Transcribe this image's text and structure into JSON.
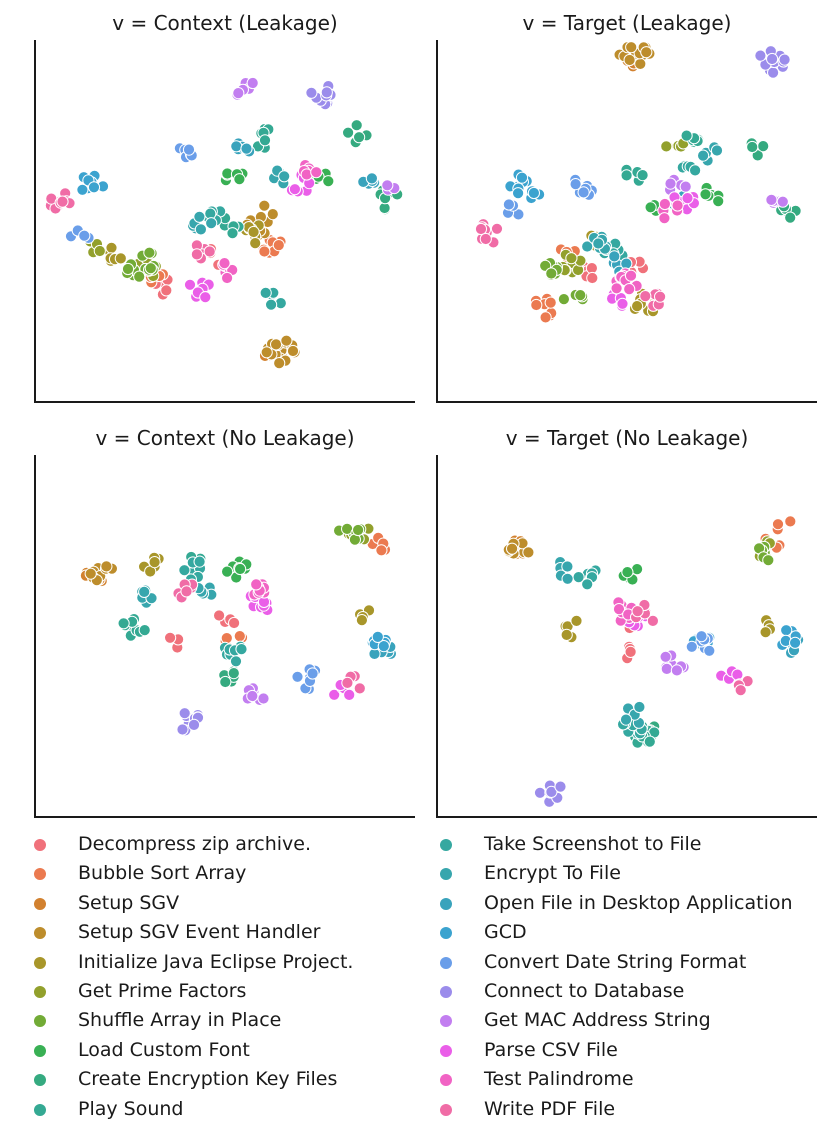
{
  "chart_data": {
    "type": "scatter",
    "panels": [
      {
        "title": "v = Context (Leakage)"
      },
      {
        "title": "v = Target (Leakage)"
      },
      {
        "title": "v = Context (No Leakage)"
      },
      {
        "title": "v = Target (No Leakage)"
      }
    ],
    "series": [
      {
        "name": "Decompress zip archive.",
        "color": "#f0717b",
        "clusters": [
          [
            [
              0.47,
              0.6,
              5
            ],
            [
              0.33,
              0.68,
              6
            ]
          ],
          [
            [
              0.52,
              0.62,
              5
            ],
            [
              0.4,
              0.64,
              5
            ]
          ],
          [
            [
              0.5,
              0.46,
              4
            ],
            [
              0.36,
              0.52,
              4
            ]
          ],
          [
            [
              0.52,
              0.46,
              3
            ],
            [
              0.5,
              0.55,
              4
            ]
          ]
        ]
      },
      {
        "name": "Bubble Sort Array",
        "color": "#eb7a50",
        "clusters": [
          [
            [
              0.62,
              0.57,
              8
            ],
            [
              0.33,
              0.66,
              5
            ]
          ],
          [
            [
              0.28,
              0.74,
              8
            ],
            [
              0.34,
              0.6,
              6
            ]
          ],
          [
            [
              0.91,
              0.24,
              5
            ],
            [
              0.52,
              0.5,
              4
            ]
          ],
          [
            [
              0.88,
              0.25,
              5
            ],
            [
              0.91,
              0.19,
              3
            ]
          ]
        ]
      },
      {
        "name": "Setup SGV",
        "color": "#d2812f",
        "clusters": [
          [
            [
              0.63,
              0.86,
              6
            ]
          ],
          [
            [
              0.52,
              0.05,
              8
            ]
          ],
          [
            [
              0.16,
              0.34,
              6
            ]
          ],
          [
            [
              0.21,
              0.26,
              6
            ]
          ]
        ]
      },
      {
        "name": "Setup SGV Event Handler",
        "color": "#bd8d2c",
        "clusters": [
          [
            [
              0.65,
              0.86,
              18
            ],
            [
              0.58,
              0.52,
              6
            ],
            [
              0.61,
              0.48,
              5
            ]
          ],
          [
            [
              0.52,
              0.04,
              16
            ]
          ],
          [
            [
              0.17,
              0.32,
              10
            ]
          ],
          [
            [
              0.21,
              0.27,
              10
            ]
          ]
        ]
      },
      {
        "name": "Initialize Java Eclipse Project.",
        "color": "#a8962a",
        "clusters": [
          [
            [
              0.58,
              0.54,
              8
            ],
            [
              0.21,
              0.59,
              6
            ]
          ],
          [
            [
              0.55,
              0.73,
              10
            ],
            [
              0.42,
              0.55,
              4
            ]
          ],
          [
            [
              0.31,
              0.3,
              6
            ],
            [
              0.87,
              0.45,
              4
            ]
          ],
          [
            [
              0.36,
              0.48,
              5
            ],
            [
              0.87,
              0.47,
              4
            ]
          ]
        ]
      },
      {
        "name": "Get Prime Factors",
        "color": "#92a02c",
        "clusters": [
          [
            [
              0.29,
              0.63,
              10
            ],
            [
              0.15,
              0.57,
              4
            ]
          ],
          [
            [
              0.35,
              0.62,
              10
            ],
            [
              0.63,
              0.3,
              5
            ]
          ],
          [
            [
              0.85,
              0.21,
              8
            ]
          ],
          [
            [
              0.87,
              0.26,
              7
            ]
          ]
        ]
      },
      {
        "name": "Shuffle Array in Place",
        "color": "#72ab36",
        "clusters": [
          [
            [
              0.31,
              0.61,
              8
            ],
            [
              0.26,
              0.64,
              6
            ]
          ],
          [
            [
              0.3,
              0.64,
              10
            ],
            [
              0.36,
              0.72,
              5
            ]
          ],
          [
            [
              0.83,
              0.22,
              10
            ]
          ],
          [
            [
              0.86,
              0.27,
              6
            ]
          ]
        ]
      },
      {
        "name": "Load Custom Font",
        "color": "#39b054",
        "clusters": [
          [
            [
              0.52,
              0.38,
              6
            ],
            [
              0.76,
              0.37,
              4
            ]
          ],
          [
            [
              0.72,
              0.43,
              6
            ],
            [
              0.58,
              0.45,
              4
            ]
          ],
          [
            [
              0.53,
              0.31,
              8
            ]
          ],
          [
            [
              0.51,
              0.32,
              6
            ]
          ]
        ]
      },
      {
        "name": "Create Encryption Key Files",
        "color": "#35aa80",
        "clusters": [
          [
            [
              0.93,
              0.44,
              8
            ],
            [
              0.85,
              0.26,
              5
            ]
          ],
          [
            [
              0.93,
              0.47,
              6
            ],
            [
              0.85,
              0.3,
              5
            ]
          ],
          [
            [
              0.5,
              0.61,
              6
            ]
          ],
          [
            [
              0.56,
              0.76,
              5
            ]
          ]
        ]
      },
      {
        "name": "Play Sound",
        "color": "#34a993",
        "clusters": [
          [
            [
              0.6,
              0.27,
              8
            ],
            [
              0.52,
              0.51,
              6
            ]
          ],
          [
            [
              0.66,
              0.27,
              6
            ],
            [
              0.52,
              0.37,
              5
            ]
          ],
          [
            [
              0.26,
              0.47,
              10
            ],
            [
              0.43,
              0.3,
              5
            ]
          ],
          [
            [
              0.54,
              0.77,
              10
            ]
          ]
        ]
      },
      {
        "name": "Take Screenshot to File",
        "color": "#35a8a0",
        "clusters": [
          [
            [
              0.48,
              0.49,
              6
            ],
            [
              0.62,
              0.72,
              5
            ]
          ],
          [
            [
              0.47,
              0.59,
              8
            ],
            [
              0.66,
              0.35,
              6
            ]
          ],
          [
            [
              0.42,
              0.32,
              8
            ],
            [
              0.52,
              0.55,
              8
            ]
          ],
          [
            [
              0.51,
              0.75,
              10
            ],
            [
              0.4,
              0.33,
              7
            ]
          ]
        ]
      },
      {
        "name": "Encrypt To File",
        "color": "#37a6ad",
        "clusters": [
          [
            [
              0.44,
              0.51,
              6
            ],
            [
              0.63,
              0.38,
              6
            ]
          ],
          [
            [
              0.42,
              0.56,
              8
            ],
            [
              0.72,
              0.31,
              5
            ]
          ],
          [
            [
              0.28,
              0.39,
              8
            ],
            [
              0.44,
              0.38,
              5
            ]
          ],
          [
            [
              0.52,
              0.72,
              6
            ],
            [
              0.33,
              0.32,
              5
            ]
          ]
        ]
      },
      {
        "name": "Open File in Desktop Application",
        "color": "#39a3bc",
        "clusters": [
          [
            [
              0.54,
              0.31,
              6
            ],
            [
              0.87,
              0.39,
              5
            ]
          ],
          [
            [
              0.48,
              0.62,
              6
            ],
            [
              0.64,
              0.44,
              5
            ]
          ],
          [
            [
              0.91,
              0.54,
              6
            ]
          ],
          [
            [
              0.94,
              0.53,
              6
            ]
          ]
        ]
      },
      {
        "name": "GCD",
        "color": "#3ba3cf",
        "clusters": [
          [
            [
              0.15,
              0.4,
              8
            ]
          ],
          [
            [
              0.21,
              0.4,
              8
            ],
            [
              0.27,
              0.43,
              4
            ]
          ],
          [
            [
              0.91,
              0.51,
              7
            ]
          ],
          [
            [
              0.92,
              0.51,
              6
            ],
            [
              0.69,
              0.51,
              5
            ]
          ]
        ]
      },
      {
        "name": "Convert Date String Format",
        "color": "#6a9ee9",
        "clusters": [
          [
            [
              0.4,
              0.31,
              6
            ],
            [
              0.12,
              0.54,
              4
            ]
          ],
          [
            [
              0.38,
              0.41,
              8
            ],
            [
              0.2,
              0.47,
              4
            ]
          ],
          [
            [
              0.72,
              0.62,
              8
            ]
          ],
          [
            [
              0.7,
              0.52,
              8
            ]
          ]
        ]
      },
      {
        "name": "Connect to Database",
        "color": "#9b8ceb",
        "clusters": [
          [
            [
              0.76,
              0.15,
              10
            ]
          ],
          [
            [
              0.88,
              0.06,
              12
            ]
          ],
          [
            [
              0.4,
              0.73,
              10
            ]
          ],
          [
            [
              0.3,
              0.93,
              8
            ]
          ]
        ]
      },
      {
        "name": "Get MAC Address String",
        "color": "#c27ef0",
        "clusters": [
          [
            [
              0.55,
              0.13,
              6
            ],
            [
              0.95,
              0.41,
              4
            ]
          ],
          [
            [
              0.9,
              0.45,
              5
            ],
            [
              0.63,
              0.41,
              5
            ]
          ],
          [
            [
              0.58,
              0.66,
              8
            ]
          ],
          [
            [
              0.62,
              0.58,
              8
            ]
          ]
        ]
      },
      {
        "name": "Parse CSV File",
        "color": "#ea5ee8",
        "clusters": [
          [
            [
              0.7,
              0.4,
              8
            ],
            [
              0.43,
              0.69,
              8
            ]
          ],
          [
            [
              0.65,
              0.44,
              8
            ],
            [
              0.48,
              0.71,
              5
            ]
          ],
          [
            [
              0.59,
              0.41,
              8
            ],
            [
              0.81,
              0.65,
              5
            ]
          ],
          [
            [
              0.52,
              0.45,
              8
            ],
            [
              0.77,
              0.61,
              4
            ]
          ]
        ]
      },
      {
        "name": "Test Palindrome",
        "color": "#f163c4",
        "clusters": [
          [
            [
              0.5,
              0.64,
              8
            ],
            [
              0.72,
              0.37,
              6
            ]
          ],
          [
            [
              0.5,
              0.67,
              10
            ],
            [
              0.61,
              0.47,
              6
            ]
          ],
          [
            [
              0.59,
              0.38,
              8
            ]
          ],
          [
            [
              0.49,
              0.43,
              8
            ]
          ]
        ]
      },
      {
        "name": "Write PDF File",
        "color": "#f06ca6",
        "clusters": [
          [
            [
              0.07,
              0.45,
              10
            ],
            [
              0.45,
              0.58,
              6
            ]
          ],
          [
            [
              0.14,
              0.53,
              10
            ],
            [
              0.57,
              0.72,
              6
            ]
          ],
          [
            [
              0.4,
              0.38,
              6
            ],
            [
              0.84,
              0.63,
              4
            ]
          ],
          [
            [
              0.55,
              0.44,
              6
            ],
            [
              0.8,
              0.63,
              4
            ]
          ]
        ]
      }
    ],
    "axes": {
      "ticks": "none",
      "grid": false,
      "xlim": [
        0,
        1
      ],
      "ylim": [
        0,
        1
      ]
    },
    "legend": {
      "placement": "bottom",
      "columns": 2
    }
  }
}
